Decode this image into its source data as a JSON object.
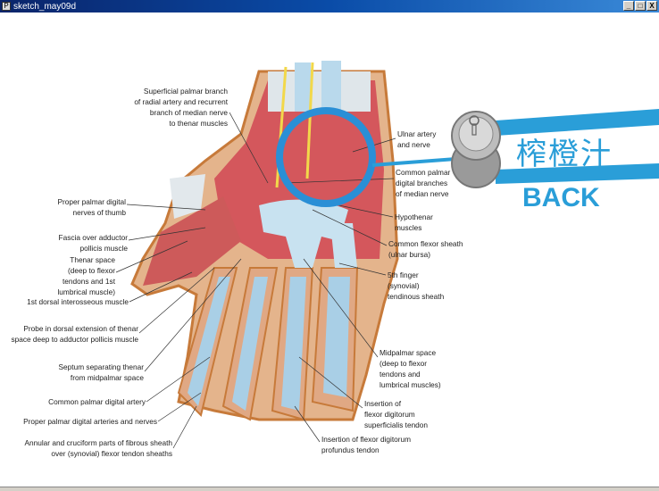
{
  "window": {
    "title": "sketch_may09d",
    "icon": "P",
    "controls": {
      "minimize": "_",
      "maximize": "□",
      "close": "X"
    }
  },
  "button": {
    "label_zh": "榨橙汁",
    "label_en": "BACK",
    "color": "#2a9ed8"
  },
  "labels_left": [
    "Superficial palmar branch\nof radial artery and recurrent\nbranch of median nerve\nto thenar muscles",
    "Proper palmar digital\nnerves of thumb",
    "Fascia over adductor\npollicis muscle",
    "Thenar space\n(deep to flexor\ntendons and 1st\nlumbrical muscle)",
    "1st dorsal interosseous muscle",
    "Probe in dorsal extension of thenar\nspace deep to adductor pollicis muscle",
    "Septum separating thenar\nfrom midpalmar space",
    "Common palmar digital artery",
    "Proper palmar digital arteries and nerves",
    "Annular and cruciform parts of fibrous sheath\nover (synovial) flexor tendon sheaths"
  ],
  "labels_right": [
    "Ulnar artery\nand nerve",
    "Common palmar\ndigital branches\nof median nerve",
    "Hypothenar\nmuscles",
    "Common flexor sheath\n(ulnar bursa)",
    "5th finger\n(synovial)\ntendinous sheath",
    "Midpalmar space\n(deep to flexor\ntendons and\nlumbrical muscles)",
    "Insertion of\nflexor digitorum\nsuperficialis tendon",
    "Insertion of flexor digitorum\nprofundus tendon"
  ]
}
